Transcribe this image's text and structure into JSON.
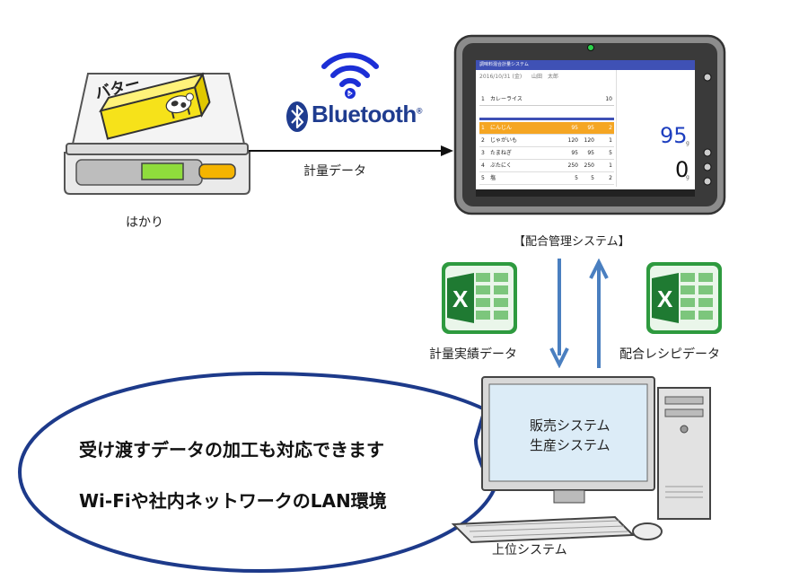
{
  "labels": {
    "scale": "はかり",
    "weigh_data": "計量データ",
    "system": "【配合管理システム】",
    "actual_data": "計量実績データ",
    "recipe_data": "配合レシピデータ",
    "host": "上位システム",
    "monitor_line1": "販売システム",
    "monitor_line2": "生産システム"
  },
  "bluetooth": {
    "word": "Bluetooth",
    "reg": "®"
  },
  "butter_label": "バター",
  "bubble": {
    "line1": "受け渡すデータの加工も対応できます",
    "line2": "Wi-Fiや社内ネットワークのLAN環境"
  },
  "tablet": {
    "title": "調味料混合計量システム",
    "date": "2016/10/31 (金)",
    "user": "山田　太郎",
    "recipe_no": "1",
    "recipe_name": "カレーライス",
    "recipe_qty": "10",
    "rows": [
      {
        "no": "1",
        "name": "にんじん",
        "a": "95",
        "b": "95",
        "c": "2"
      },
      {
        "no": "2",
        "name": "じゃがいも",
        "a": "120",
        "b": "120",
        "c": "1"
      },
      {
        "no": "3",
        "name": "たまねぎ",
        "a": "95",
        "b": "95",
        "c": "5"
      },
      {
        "no": "4",
        "name": "ぶたにく",
        "a": "250",
        "b": "250",
        "c": "1"
      },
      {
        "no": "5",
        "name": "塩",
        "a": "5",
        "b": "5",
        "c": "2"
      }
    ],
    "big_target": "95",
    "big_current": "0",
    "unit": "g"
  },
  "colors": {
    "arrow_blue": "#4a7fc0",
    "bubble_border": "#1d3a8a",
    "bluetooth_blue": "#1f3c8f",
    "butter_yellow": "#f6e21a",
    "excel_green": "#2e9a3f",
    "tablet_orange": "#f5a623"
  }
}
